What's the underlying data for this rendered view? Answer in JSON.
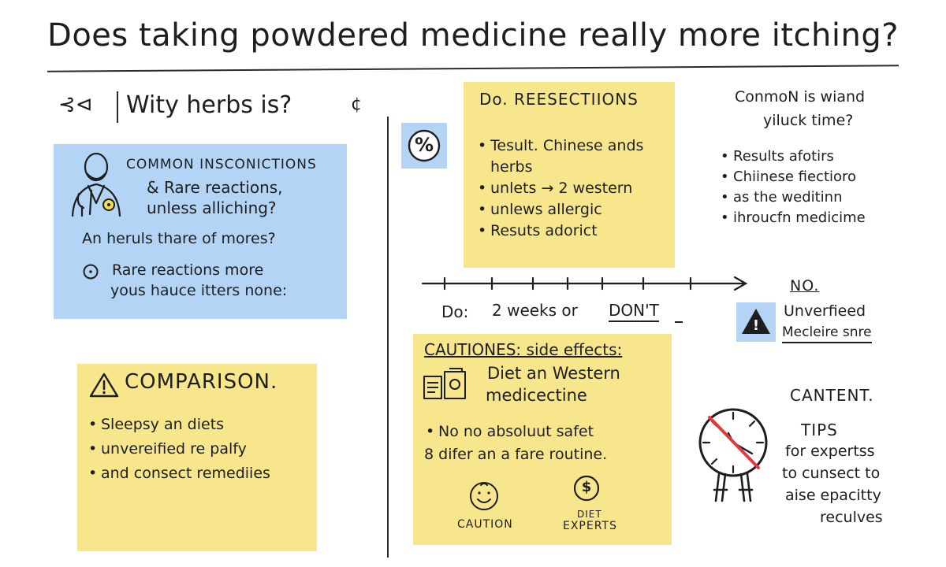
{
  "title": "Does taking powdered medicine really more itching?",
  "left": {
    "header_glyphs": "⊰⊲",
    "header_question": "Wity herbs is?",
    "header_tail": "¢",
    "blue_box": {
      "line1": "COMMON INSCONICTIONS",
      "line2": "& Rare reactions,",
      "line3": "unless alliching?",
      "line4": "An heruls thare of mores?",
      "line5": "Rare reactions more",
      "line6": "yous hauce itters none:"
    },
    "comparison": {
      "title": "COMPARISON.",
      "items": [
        "Sleepsy an diets",
        "unvereified re palfy",
        "and consect remediies"
      ]
    }
  },
  "middle": {
    "percent_symbol": "%",
    "reactions_box": {
      "title": "Do. REESECTIIONS",
      "items": [
        "Tesult. Chinese ands herbs",
        "unlets → 2 western",
        "unlews allergic",
        "Resuts adorict"
      ]
    },
    "timeline": {
      "do_label": "Do:",
      "weeks": "2 weeks or",
      "dont": "DON'T"
    },
    "cautions_box": {
      "title": "CAUTIONES: side effects:",
      "diet_line1": "Diet an Western",
      "diet_line2": "medicectine",
      "item_safe": "No no absoluut safet",
      "item_differ": "8 difer an a fare routine.",
      "caution_label": "CAUTION",
      "diet_label": "DIET",
      "experts_label": "EXPERTS",
      "dollar": "$"
    }
  },
  "right": {
    "common_line1": "ConmoN is wiand",
    "common_line2": "yiluck time?",
    "items": [
      "Results afotirs",
      "Chiinese fiectioro",
      "as the weditinn",
      "ihroucfn medicime"
    ],
    "no_label": "NO.",
    "warning_glyph": "!",
    "unverified_line1": "Unverfieed",
    "unverified_line2": "Mecleire snre",
    "content_label": "CANTENT.",
    "tips_title": "TIPS",
    "tips_lines": [
      "for expertss",
      "to cunsect to",
      "aise epacitty",
      "reculves"
    ]
  },
  "colors": {
    "blue_panel": "#b3d4f5",
    "yellow_panel": "#f8e68c",
    "ink": "#1e1e1e",
    "red_mark": "#e23a3a"
  },
  "icons": [
    "doctor-icon",
    "circle-mark-icon",
    "percent-icon",
    "warning-triangle-icon",
    "medicine-box-icon",
    "smiley-face-icon",
    "dollar-coin-icon",
    "clock-icon",
    "arrow-right-icon"
  ]
}
